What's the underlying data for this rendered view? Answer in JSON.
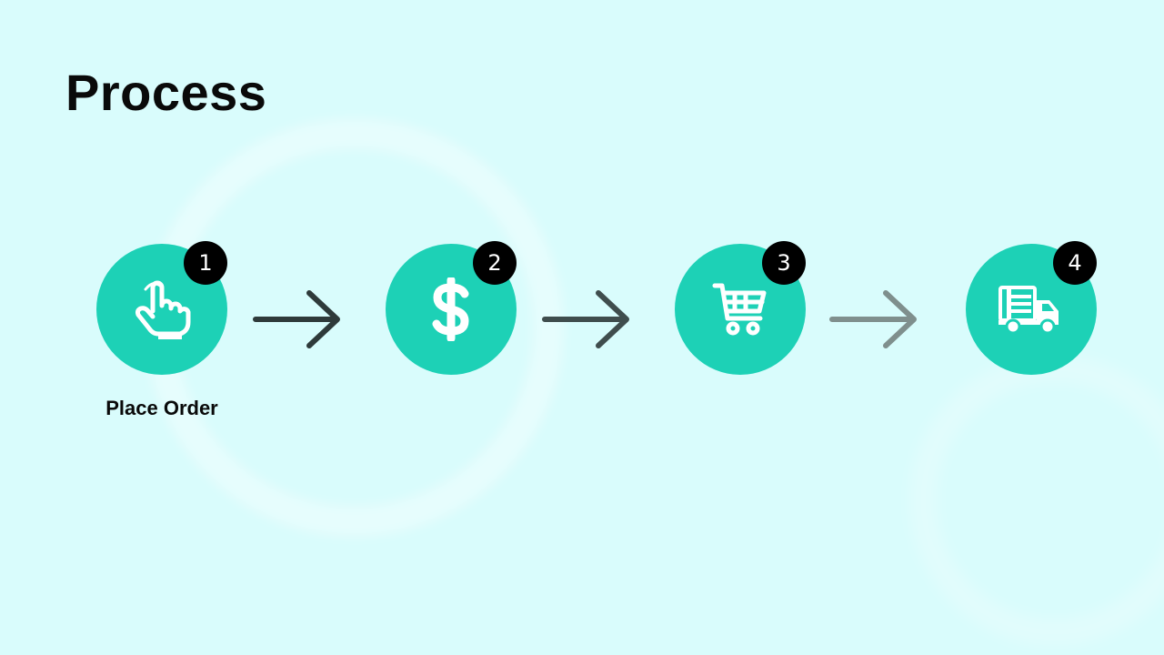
{
  "page": {
    "title": "Process"
  },
  "steps": [
    {
      "number": "1",
      "label": "Place Order",
      "icon": "pointing-hand-icon"
    },
    {
      "number": "2",
      "label": "",
      "icon": "dollar-icon"
    },
    {
      "number": "3",
      "label": "",
      "icon": "shopping-cart-icon"
    },
    {
      "number": "4",
      "label": "",
      "icon": "delivery-truck-icon"
    }
  ],
  "colors": {
    "background": "#d9fcfc",
    "step_circle": "#1dd1b6",
    "badge": "#000000",
    "text": "#0a0a0a"
  }
}
